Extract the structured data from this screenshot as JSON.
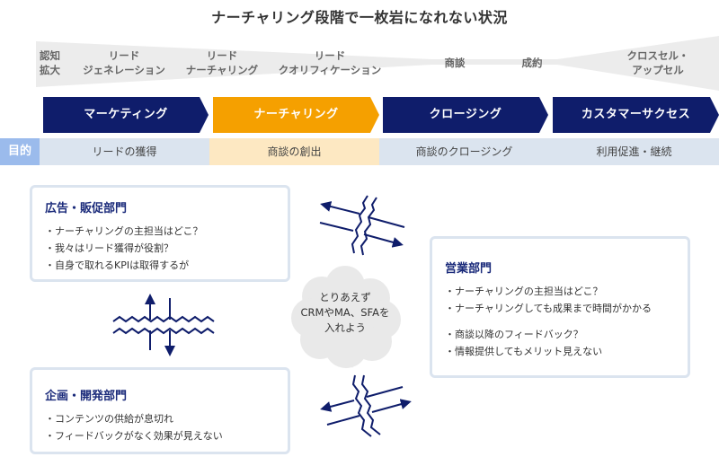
{
  "title": "ナーチャリング段階で一枚岩になれない状況",
  "funnel_stages": [
    {
      "line1": "認知",
      "line2": "拡大"
    },
    {
      "line1": "リード",
      "line2": "ジェネレーション"
    },
    {
      "line1": "リード",
      "line2": "ナーチャリング"
    },
    {
      "line1": "リード",
      "line2": "クオリフィケーション"
    },
    {
      "line1": "商談",
      "line2": ""
    },
    {
      "line1": "成約",
      "line2": ""
    },
    {
      "line1": "クロスセル・",
      "line2": "アップセル"
    }
  ],
  "phases": [
    {
      "label": "マーケティング",
      "color": "#0f1d6b"
    },
    {
      "label": "ナーチャリング",
      "color": "#f5a000"
    },
    {
      "label": "クロージング",
      "color": "#0f1d6b"
    },
    {
      "label": "カスタマーサクセス",
      "color": "#0f1d6b"
    }
  ],
  "purpose": {
    "header": "目的",
    "cells": [
      {
        "label": "リードの獲得",
        "bg": "#dbe4ef"
      },
      {
        "label": "商談の創出",
        "bg": "#fde8c2"
      },
      {
        "label": "商談のクロージング",
        "bg": "#dbe4ef"
      },
      {
        "label": "利用促進・継続",
        "bg": "#dbe4ef"
      }
    ]
  },
  "departments": {
    "ad_promo": {
      "title": "広告・販促部門",
      "items": [
        "・ナーチャリングの主担当はどこ？",
        "・我々はリード獲得が役割？",
        "・自身で取れるKPIは取得するが"
      ]
    },
    "planning_dev": {
      "title": "企画・開発部門",
      "items": [
        "・コンテンツの供給が息切れ",
        "・フィードバックがなく効果が見えない"
      ]
    },
    "sales": {
      "title": "営業部門",
      "items_group1": [
        "・ナーチャリングの主担当はどこ？",
        "・ナーチャリングしても成果まで時間がかかる"
      ],
      "items_group2": [
        "・商談以降のフィードバック？",
        "・情報提供してもメリット見えない"
      ]
    }
  },
  "thought_bubble": {
    "line1": "とりあえず",
    "line2": "CRMやMA、SFAを",
    "line3": "入れよう"
  },
  "colors": {
    "navy": "#0f1d6b",
    "orange": "#f5a000",
    "purpose_header": "#9bbbec",
    "light_blue": "#dbe4ef",
    "light_orange": "#fde8c2",
    "funnel_gray": "#ececec",
    "bubble_gray": "#e9e9e9"
  }
}
